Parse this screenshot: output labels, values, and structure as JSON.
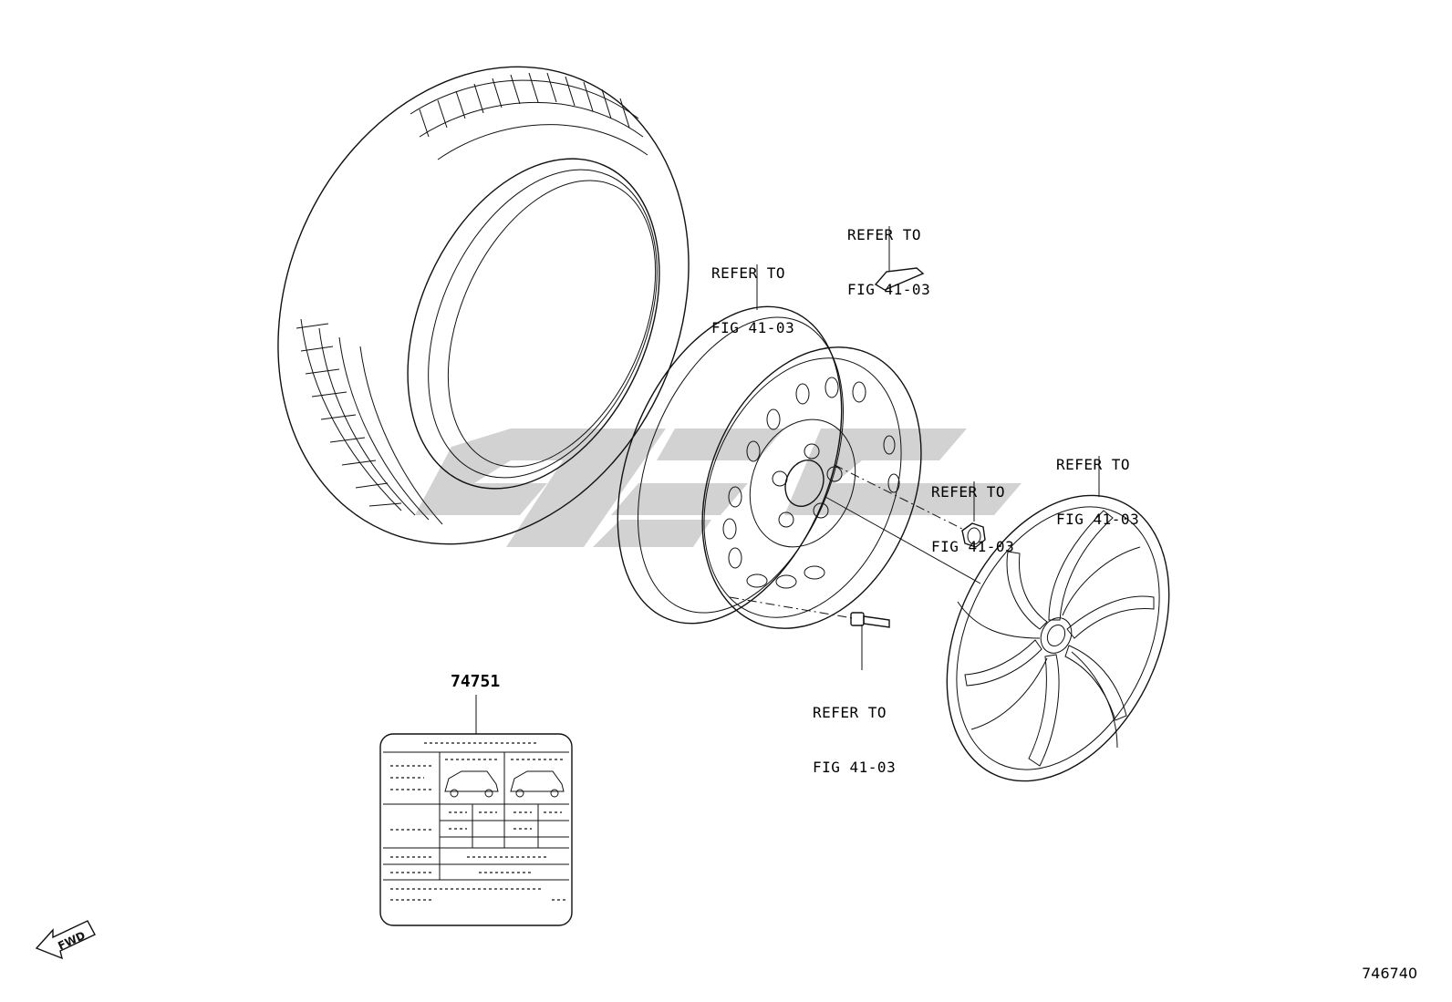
{
  "callouts": {
    "rim": {
      "line1": "REFER TO",
      "line2": "FIG 41-03"
    },
    "tpms_sensor": {
      "line1": "REFER TO",
      "line2": "FIG 41-03"
    },
    "hub_nut": {
      "line1": "REFER TO",
      "line2": "FIG 41-03"
    },
    "wheel_cap": {
      "line1": "REFER TO",
      "line2": "FIG 41-03"
    },
    "valve": {
      "line1": "REFER TO",
      "line2": "FIG 41-03"
    }
  },
  "label_part_number": "74751",
  "diagram_number": "746740",
  "fwd_label": "FWD",
  "icons": [
    "tire",
    "steel-wheel",
    "tpms-sensor",
    "hub-nut",
    "wheel-cap",
    "valve-stem",
    "tire-pressure-label",
    "fwd-arrow-icon",
    "watermark-logo"
  ],
  "colors": {
    "line": "#111111",
    "watermark": "#d0d0d0",
    "background": "#ffffff"
  }
}
